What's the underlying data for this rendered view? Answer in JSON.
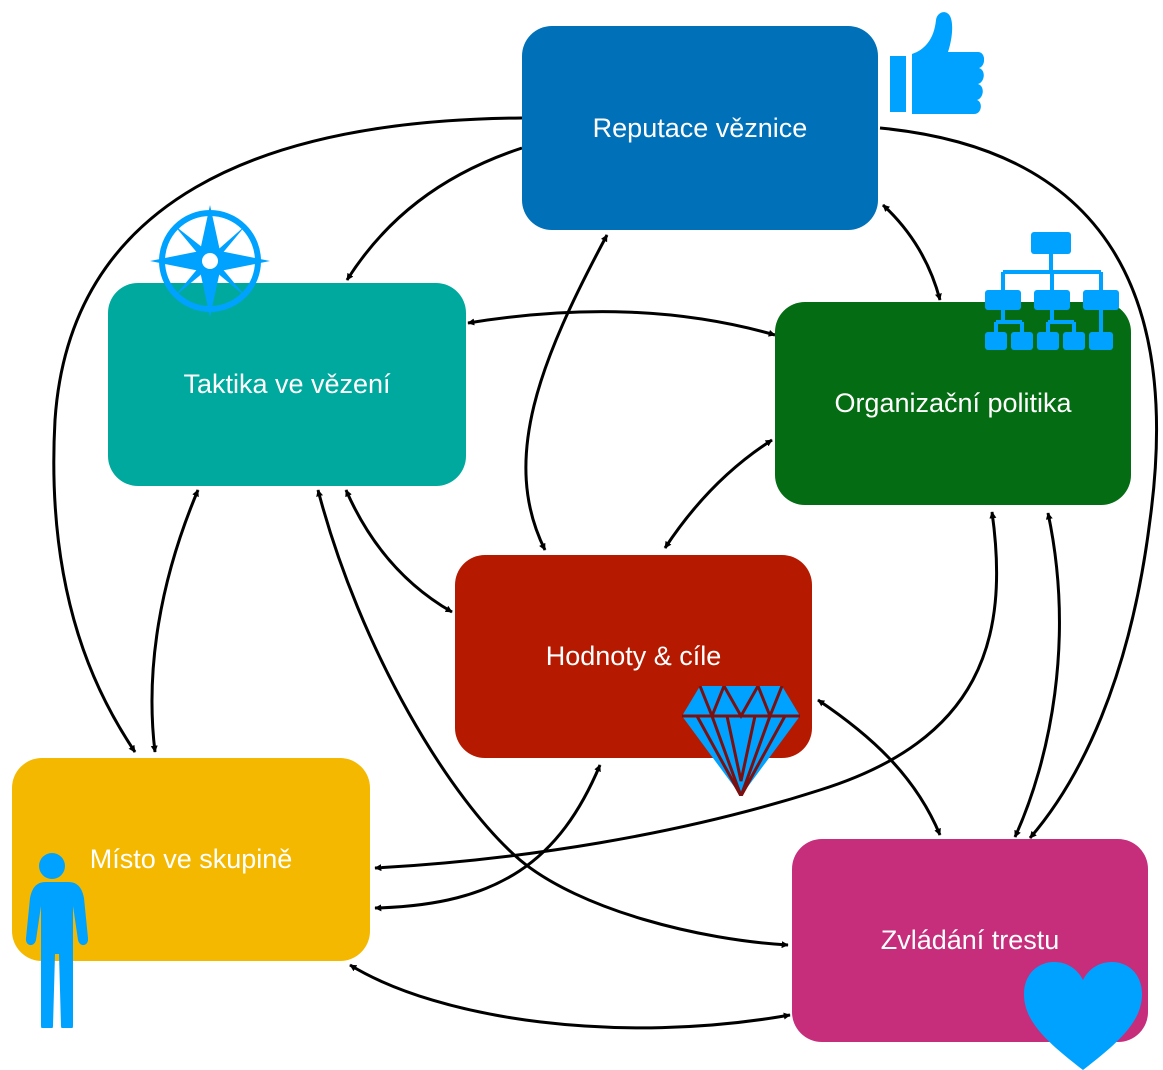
{
  "nodes": {
    "reputation": {
      "label": "Reputace věznice",
      "color": "#0070b8"
    },
    "tactics": {
      "label": "Taktika ve vězení",
      "color": "#00a99d"
    },
    "policy": {
      "label": "Organizační politika",
      "color": "#046c12"
    },
    "values": {
      "label": "Hodnoty & cíle",
      "color": "#b51a00"
    },
    "place": {
      "label": "Místo ve skupině",
      "color": "#f5b800"
    },
    "punishment": {
      "label": "Zvládání trestu",
      "color": "#c62e7b"
    }
  },
  "icon_color": "#00a2ff",
  "icons": [
    "thumbs-up-icon",
    "compass-icon",
    "org-chart-icon",
    "diamond-icon",
    "person-icon",
    "heart-icon"
  ],
  "edges": [
    {
      "from": "reputation",
      "to": "tactics",
      "direction": "one-way"
    },
    {
      "from": "reputation",
      "to": "place",
      "direction": "one-way"
    },
    {
      "from": "reputation",
      "to": "punishment",
      "direction": "one-way"
    },
    {
      "from": "reputation",
      "to": "policy",
      "direction": "both"
    },
    {
      "from": "reputation",
      "to": "values",
      "direction": "both"
    },
    {
      "from": "tactics",
      "to": "policy",
      "direction": "both"
    },
    {
      "from": "tactics",
      "to": "values",
      "direction": "both"
    },
    {
      "from": "tactics",
      "to": "place",
      "direction": "both"
    },
    {
      "from": "tactics",
      "to": "punishment",
      "direction": "both"
    },
    {
      "from": "policy",
      "to": "values",
      "direction": "both"
    },
    {
      "from": "policy",
      "to": "punishment",
      "direction": "both"
    },
    {
      "from": "policy",
      "to": "place",
      "direction": "both"
    },
    {
      "from": "values",
      "to": "place",
      "direction": "both"
    },
    {
      "from": "values",
      "to": "punishment",
      "direction": "both"
    },
    {
      "from": "place",
      "to": "punishment",
      "direction": "both"
    }
  ]
}
